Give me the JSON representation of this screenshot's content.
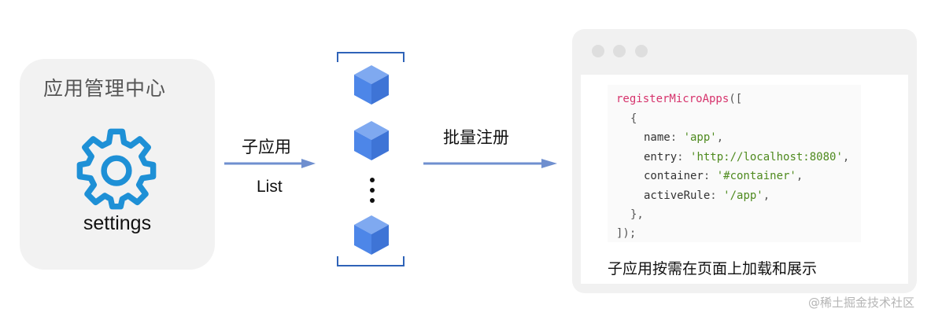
{
  "left_card": {
    "title": "应用管理中心",
    "icon": "gear-icon",
    "label": "settings"
  },
  "arrow1": {
    "top_label": "子应用",
    "bottom_label": "List"
  },
  "arrow2": {
    "top_label": "批量注册"
  },
  "cube_icon": "cube-icon",
  "code": {
    "fn_name": "registerMicroApps",
    "open": "([",
    "brace_open": "{",
    "k_name": "name",
    "v_name": "'app'",
    "k_entry": "entry",
    "v_entry": "'http://localhost:8080'",
    "k_container": "container",
    "v_container": "'#container'",
    "k_active": "activeRule",
    "v_active": "'/app'",
    "brace_close": "},",
    "close": "]);"
  },
  "caption": "子应用按需在页面上加载和展示",
  "watermark": "@稀土掘金技术社区",
  "colors": {
    "accent_blue": "#1e90d6",
    "arrow_blue": "#6f8fcf",
    "cube_blue": "#4d86e8",
    "string_green": "#4e8a1e",
    "function_red": "#d6336c"
  }
}
